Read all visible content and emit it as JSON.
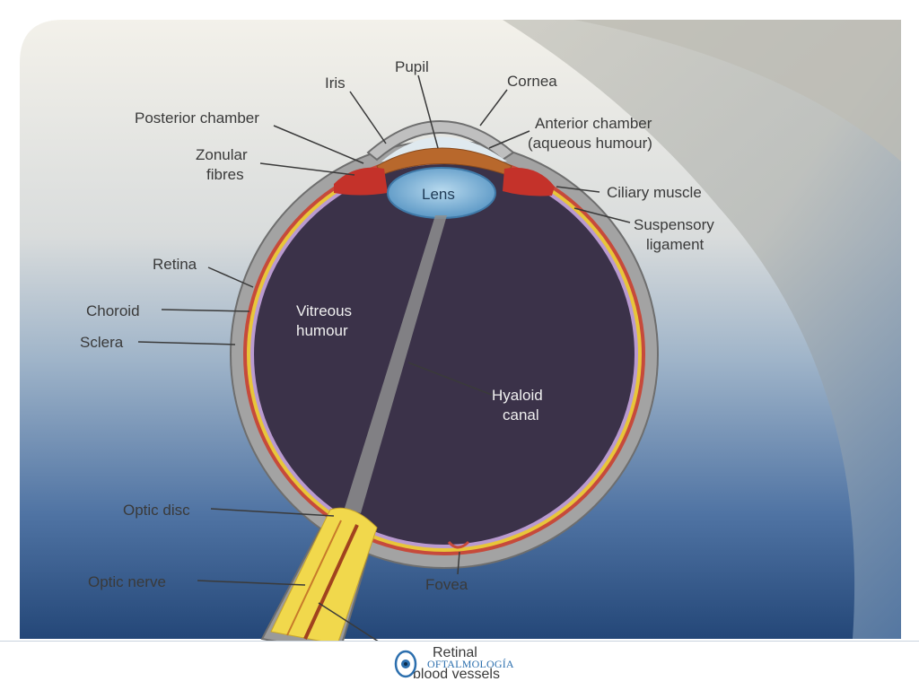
{
  "diagram": {
    "labels": {
      "pupil": "Pupil",
      "iris": "Iris",
      "cornea": "Cornea",
      "posterior_chamber": "Posterior chamber",
      "anterior_chamber_1": "Anterior chamber",
      "anterior_chamber_2": "(aqueous humour)",
      "zonular_1": "Zonular",
      "zonular_2": "fibres",
      "ciliary_muscle": "Ciliary muscle",
      "suspensory_1": "Suspensory",
      "suspensory_2": "ligament",
      "lens": "Lens",
      "retina": "Retina",
      "choroid": "Choroid",
      "sclera": "Sclera",
      "vitreous_1": "Vitreous",
      "vitreous_2": "humour",
      "hyaloid_1": "Hyaloid",
      "hyaloid_2": "canal",
      "optic_disc": "Optic disc",
      "optic_nerve": "Optic nerve",
      "fovea": "Fovea",
      "retinal_vessels_1": "Retinal",
      "retinal_vessels_2": "blood vessels"
    }
  },
  "footer": {
    "logo_text": "OFTALMOLOGÍA"
  },
  "colors": {
    "background_top": "#f2f0e8",
    "background_bottom": "#264a7e",
    "vitreous": "#3a3148",
    "sclera": "#9e9e9e",
    "lens": "#7fb6d8",
    "iris": "#b5652a",
    "ciliary": "#c8322a",
    "optic_nerve": "#f1d64a",
    "label_text": "#3a3a3a"
  }
}
